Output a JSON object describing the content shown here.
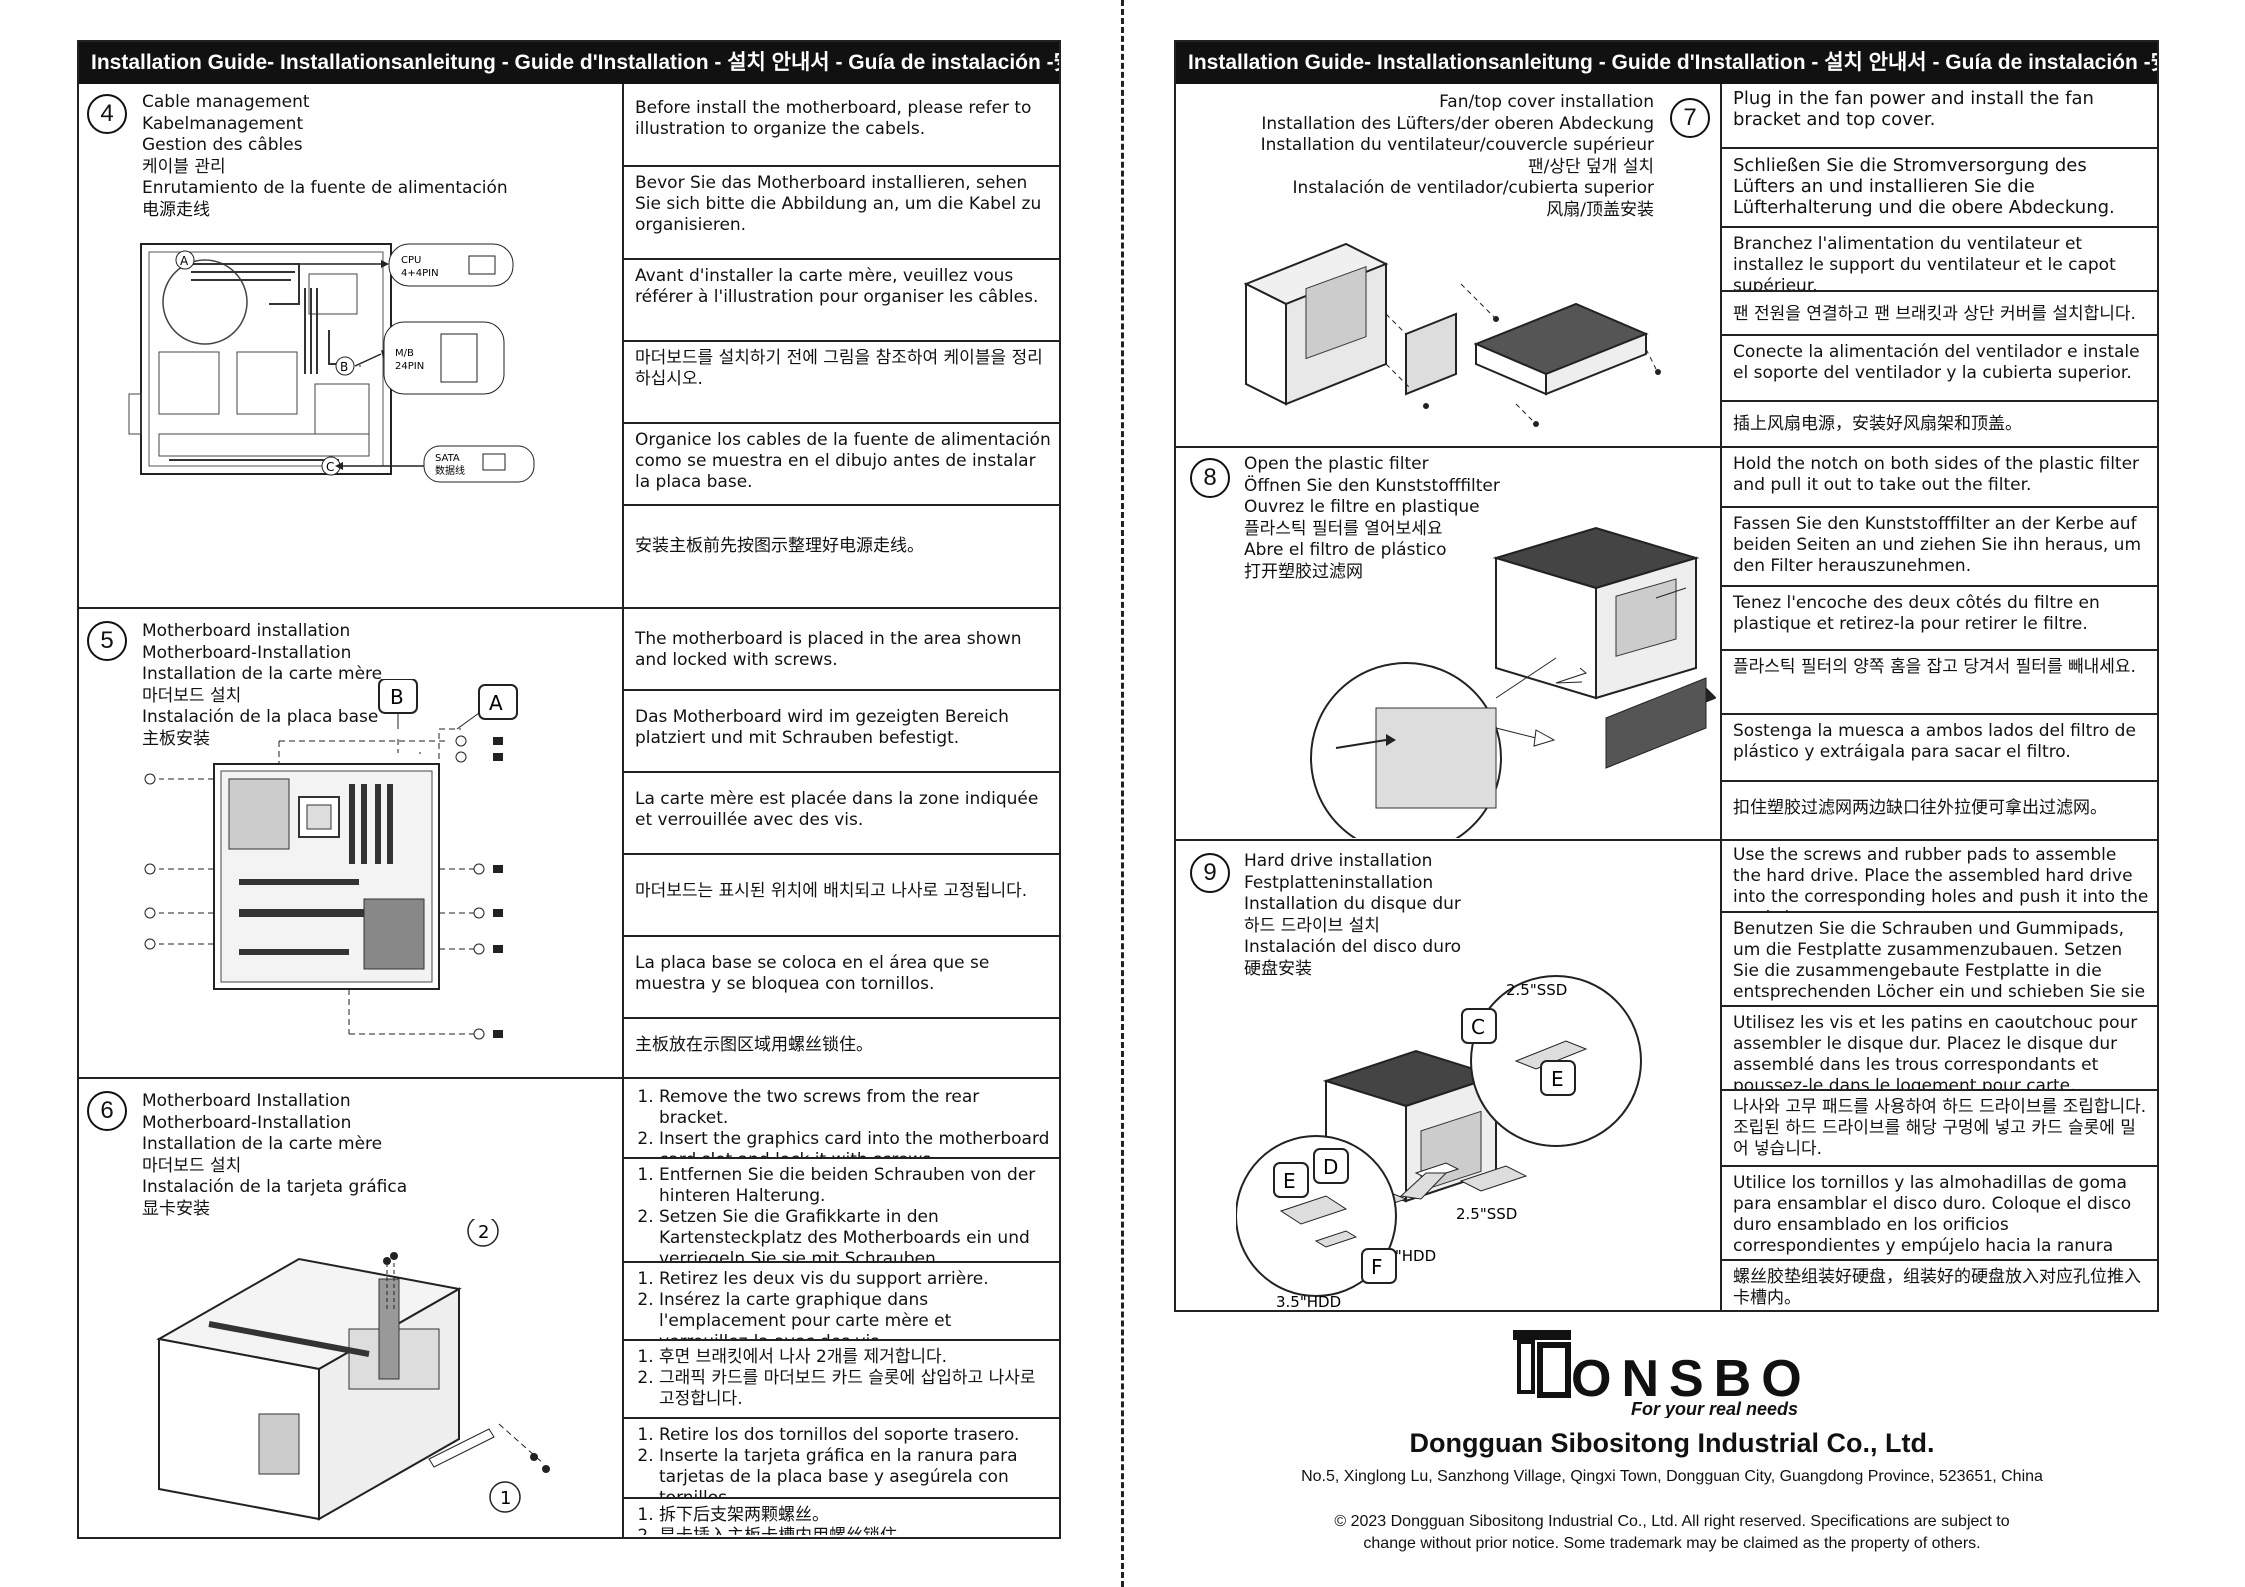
{
  "header_title": "Installation Guide- Installationsanleitung - Guide d'Installation - 설치 안내서 - Guía de instalación -安装指南",
  "sections": {
    "s4": {
      "num": "4",
      "titles": [
        "Cable management",
        "Kabelmanagement",
        "Gestion des câbles",
        "케이블 관리",
        "Enrutamiento de la fuente de alimentación",
        "电源走线"
      ],
      "texts": [
        "Before install the motherboard, please refer to illustration to organize the cabels.",
        "Bevor Sie das Motherboard installieren, sehen Sie sich bitte die Abbildung an, um die Kabel zu organisieren.",
        "Avant d'installer la carte mère, veuillez vous référer à l'illustration pour organiser les câbles.",
        "마더보드를 설치하기 전에 그림을 참조하여 케이블을 정리하십시오.",
        "Organice los cables de la fuente de alimentación como se muestra en el dibujo antes de instalar la placa base.",
        "安装主板前先按图示整理好电源走线。"
      ],
      "fig": {
        "a": "A",
        "b": "B",
        "c": "C",
        "cpu1": "CPU",
        "cpu2": "4+4PIN",
        "mb1": "M/B",
        "mb2": "24PIN",
        "sata1": "SATA",
        "sata2": "数据线"
      }
    },
    "s5": {
      "num": "5",
      "titles": [
        "Motherboard installation",
        "Motherboard-Installation",
        "Installation de la carte mère",
        "마더보드 설치",
        "Instalación de la placa base",
        "主板安装"
      ],
      "texts": [
        "The motherboard is placed in the area shown and locked with screws.",
        "Das Motherboard wird im gezeigten Bereich platziert und mit Schrauben befestigt.",
        "La carte mère est placée dans la zone indiquée et verrouillée avec des vis.",
        "마더보드는 표시된 위치에 배치되고 나사로 고정됩니다.",
        "La placa base se coloca en el área que se muestra y se bloquea con tornillos.",
        "主板放在示图区域用螺丝锁住。"
      ],
      "fig": {
        "a": "A",
        "b": "B"
      }
    },
    "s6": {
      "num": "6",
      "titles": [
        "Motherboard Installation",
        "Motherboard-Installation",
        "Installation de la carte mère",
        "마더보드 설치",
        "Instalación de la tarjeta gráfica",
        "显卡安装"
      ],
      "lists": [
        [
          "Remove the two screws from the rear bracket.",
          "Insert the graphics card into the motherboard card slot and lock it with screws."
        ],
        [
          "Entfernen Sie die beiden Schrauben von der hinteren Halterung.",
          "Setzen Sie die Grafikkarte in den Kartensteckplatz des Motherboards ein und verriegeln Sie sie mit Schrauben."
        ],
        [
          "Retirez les deux vis du support arrière.",
          "Insérez la carte graphique dans l'emplacement pour carte mère et verrouillez-la avec des vis."
        ],
        [
          "후면 브래킷에서 나사 2개를 제거합니다.",
          "그래픽 카드를 마더보드 카드 슬롯에 삽입하고 나사로 고정합니다."
        ],
        [
          "Retire los dos tornillos del soporte trasero.",
          "Inserte la tarjeta gráfica en la ranura para tarjetas de la placa base y asegúrela con tornillos."
        ],
        [
          "拆下后支架两颗螺丝。",
          "显卡插入主板卡槽内用螺丝锁住。"
        ]
      ],
      "fig": {
        "one": "1",
        "two": "2"
      }
    },
    "s7": {
      "num": "7",
      "titles": [
        "Fan/top cover installation",
        "Installation des Lüfters/der oberen Abdeckung",
        "Installation du ventilateur/couvercle supérieur",
        "팬/상단 덮개 설치",
        "Instalación de ventilador/cubierta superior",
        "风扇/顶盖安装"
      ],
      "texts": [
        "Plug in the fan power and install the fan bracket and top cover.",
        "Schließen Sie die Stromversorgung des Lüfters an und installieren Sie die Lüfterhalterung und die obere Abdeckung.",
        "Branchez l'alimentation du ventilateur et installez le support du ventilateur et le capot supérieur.",
        "팬 전원을 연결하고 팬 브래킷과 상단 커버를 설치합니다.",
        "Conecte la alimentación del ventilador e instale el soporte del ventilador y la cubierta superior.",
        "插上风扇电源，安装好风扇架和顶盖。"
      ]
    },
    "s8": {
      "num": "8",
      "titles": [
        "Open the plastic filter",
        "Öffnen Sie den Kunststofffilter",
        "Ouvrez le filtre en plastique",
        "플라스틱 필터를 열어보세요",
        "Abre el filtro de plástico",
        "打开塑胶过滤网"
      ],
      "texts": [
        "Hold the notch on both sides of the plastic filter and pull it out to take out the filter.",
        "Fassen Sie den Kunststofffilter an der Kerbe auf beiden Seiten an und ziehen Sie ihn heraus, um den Filter herauszunehmen.",
        "Tenez l'encoche des deux côtés du filtre en plastique et retirez-la pour retirer le filtre.",
        "플라스틱 필터의 양쪽 홈을 잡고 당겨서 필터를 빼내세요.",
        "Sostenga la muesca a ambos lados del filtro de plástico y extráigala para sacar el filtro.",
        "扣住塑胶过滤网两边缺口往外拉便可拿出过滤网。"
      ]
    },
    "s9": {
      "num": "9",
      "titles": [
        "Hard drive installation",
        "Festplatteninstallation",
        "Installation du disque dur",
        "하드 드라이브 설치",
        "Instalación del disco duro",
        "硬盘安装"
      ],
      "texts": [
        "Use the screws and rubber pads to assemble the hard drive. Place the assembled hard drive into the corresponding holes and push it into the card slot.",
        "Benutzen Sie die Schrauben und Gummipads, um die Festplatte zusammenzubauen. Setzen Sie die zusammengebaute Festplatte in die entsprechenden Löcher ein und schieben Sie sie in den Kartensteckplatz.",
        "Utilisez les vis et les patins en caoutchouc pour assembler le disque dur. Placez le disque dur assemblé dans les trous correspondants et poussez-le dans le logement pour carte.",
        "나사와 고무 패드를 사용하여 하드 드라이브를 조립합니다. 조립된 하드 드라이브를 해당 구멍에 넣고 카드 슬롯에 밀어 넣습니다.",
        "Utilice los tornillos y las almohadillas de goma para ensamblar el disco duro. Coloque el disco duro ensamblado en los orificios correspondientes y empújelo hacia la ranura para tarjetas.",
        "螺丝胶垫组装好硬盘，组装好的硬盘放入对应孔位推入卡槽内。"
      ],
      "fig": {
        "c": "C",
        "d": "D",
        "e1": "E",
        "e2": "E",
        "f": "F",
        "ssd_top": "2.5\"SSD",
        "ssd_mid": "2.5\"SSD",
        "hdd_mid": "3.5\"HDD",
        "hdd_bottom": "3.5\"HDD"
      }
    }
  },
  "footer": {
    "logo_text": "ONSBO",
    "tagline": "For your real needs",
    "company": "Dongguan Sibositong Industrial Co., Ltd.",
    "address": "No.5, Xinglong Lu, Sanzhong Village, Qingxi Town, Dongguan City, Guangdong Province, 523651, China",
    "copyright1": "© 2023 Dongguan Sibositong Industrial Co., Ltd. All right reserved. Specifications are subject to",
    "copyright2": "change without prior notice. Some trademark may be claimed as the property of others."
  }
}
